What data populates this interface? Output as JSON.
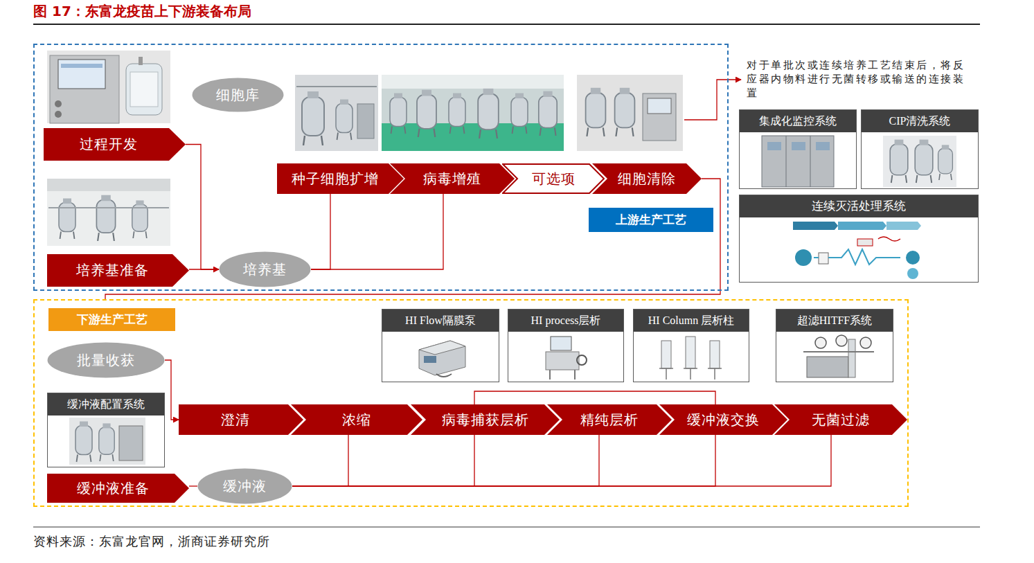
{
  "diagram": {
    "title": "图 17：东富龙疫苗上下游装备布局",
    "caption": "资料来源：东富龙官网，浙商证券研究所",
    "nodes": [
      {
        "text": [
          "上游生产工艺"
        ]
      },
      {
        "text": [
          "过程开发"
        ],
        "in": 0
      },
      {
        "text": [
          "细胞库"
        ],
        "in": 0
      },
      {
        "text": [
          "培养基准备"
        ],
        "in": 0
      },
      {
        "text": [
          "培养基"
        ],
        "in": 0
      },
      {
        "text": [
          "种子细胞扩增"
        ],
        "in": 0
      },
      {
        "text": [
          "病毒增殖"
        ],
        "in": 0
      },
      {
        "text": [
          "可选项"
        ],
        "in": 0
      },
      {
        "text": [
          "细胞清除"
        ],
        "in": 0
      },
      {
        "text": [
          "集成化监控系统"
        ]
      },
      {
        "text": [
          "CIP清洗系统"
        ]
      },
      {
        "text": [
          "连续灭活处理系统"
        ]
      },
      {
        "text": [
          "下游生产工艺"
        ]
      },
      {
        "text": [
          "批量收获"
        ],
        "in": 12
      },
      {
        "text": [
          "缓冲液配置系统"
        ],
        "in": 12
      },
      {
        "text": [
          "缓冲液准备"
        ],
        "in": 12
      },
      {
        "text": [
          "缓冲液"
        ],
        "in": 12
      },
      {
        "text": [
          "澄清"
        ],
        "in": 12
      },
      {
        "text": [
          "浓缩"
        ],
        "in": 12
      },
      {
        "text": [
          "病毒捕获层析"
        ],
        "in": 12
      },
      {
        "text": [
          "精纯层析"
        ],
        "in": 12
      },
      {
        "text": [
          "缓冲液交换"
        ],
        "in": 12
      },
      {
        "text": [
          "无菌过滤"
        ],
        "in": 12
      },
      {
        "text": [
          "HI Flow隔膜泵"
        ],
        "in": 12
      },
      {
        "text": [
          "HI process层析"
        ],
        "in": 12
      },
      {
        "text": [
          "HI Column 层析柱"
        ],
        "in": 12
      },
      {
        "text": [
          "超滤HITFF系统"
        ],
        "in": 12
      }
    ],
    "edges": [
      {
        "from": 1,
        "to": 4,
        "arrow": "to"
      },
      {
        "from": 3,
        "to": 4,
        "arrow": "none"
      },
      {
        "from": 4,
        "to": 5,
        "arrow": "none"
      },
      {
        "from": 4,
        "to": 6,
        "arrow": "none"
      },
      {
        "from": 8,
        "to": 12,
        "arrow": "none"
      },
      {
        "from": 13,
        "to": 17,
        "arrow": "to"
      },
      {
        "from": 15,
        "to": 16,
        "arrow": "none"
      },
      {
        "from": 16,
        "to": 18,
        "arrow": "none"
      },
      {
        "from": 16,
        "to": 19,
        "arrow": "none"
      },
      {
        "from": 16,
        "to": 20,
        "arrow": "none"
      },
      {
        "from": 16,
        "to": 21,
        "arrow": "none"
      },
      {
        "from": 16,
        "to": 22,
        "arrow": "none"
      },
      {
        "from": 19,
        "to": 21,
        "arrow": "none"
      }
    ],
    "labels": [
      "对于单批次或连续培养工艺结束后，将反应器内物料进行无菌转移或输送的连接装置"
    ]
  }
}
